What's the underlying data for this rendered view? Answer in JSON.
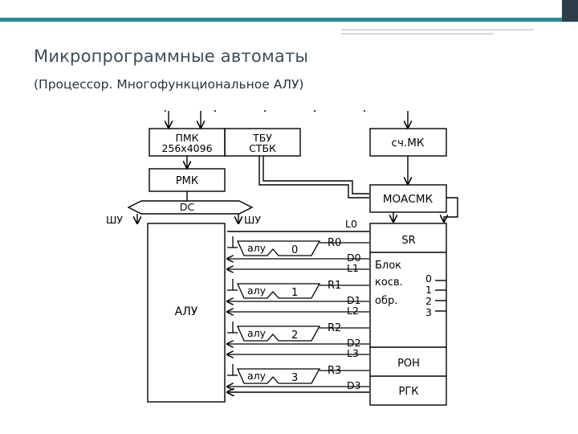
{
  "slide": {
    "title": "Микропрограммные автоматы",
    "subtitle": "(Процессор.  Многофункциональное АЛУ)"
  },
  "colors": {
    "bar_dark": "#2c3e4a",
    "bar_teal": "#2d8b97",
    "title_text": "#3c4e5a",
    "diagram_line": "#000000"
  },
  "diagram": {
    "pmk": {
      "line1": "ПМК",
      "line2": "256x4096"
    },
    "tbu": {
      "line1": "ТБУ",
      "line2": "СТБК"
    },
    "schmk": "сч.МК",
    "rmk": "РМК",
    "moasmk": "МОАСМК",
    "dc": "DC",
    "shu_left": "ШУ",
    "shu_right": "ШУ",
    "alu": "АЛУ",
    "sr": "SR",
    "l0": "L0",
    "alu_units": [
      {
        "label": "алу",
        "num": "0",
        "r": "R0",
        "d": "D0",
        "l": "L1"
      },
      {
        "label": "алу",
        "num": "1",
        "r": "R1",
        "d": "D1",
        "l": "L2"
      },
      {
        "label": "алу",
        "num": "2",
        "r": "R2",
        "d": "D2",
        "l": "L3"
      },
      {
        "label": "алу",
        "num": "3",
        "r": "R3",
        "d": "D3",
        "l": ""
      }
    ],
    "block": {
      "line1": "Блок",
      "line2": "косв.",
      "line3": "обр."
    },
    "block_nums": [
      "0",
      "1",
      "2",
      "3"
    ],
    "ron": "РОН",
    "rgk": "РГК"
  }
}
